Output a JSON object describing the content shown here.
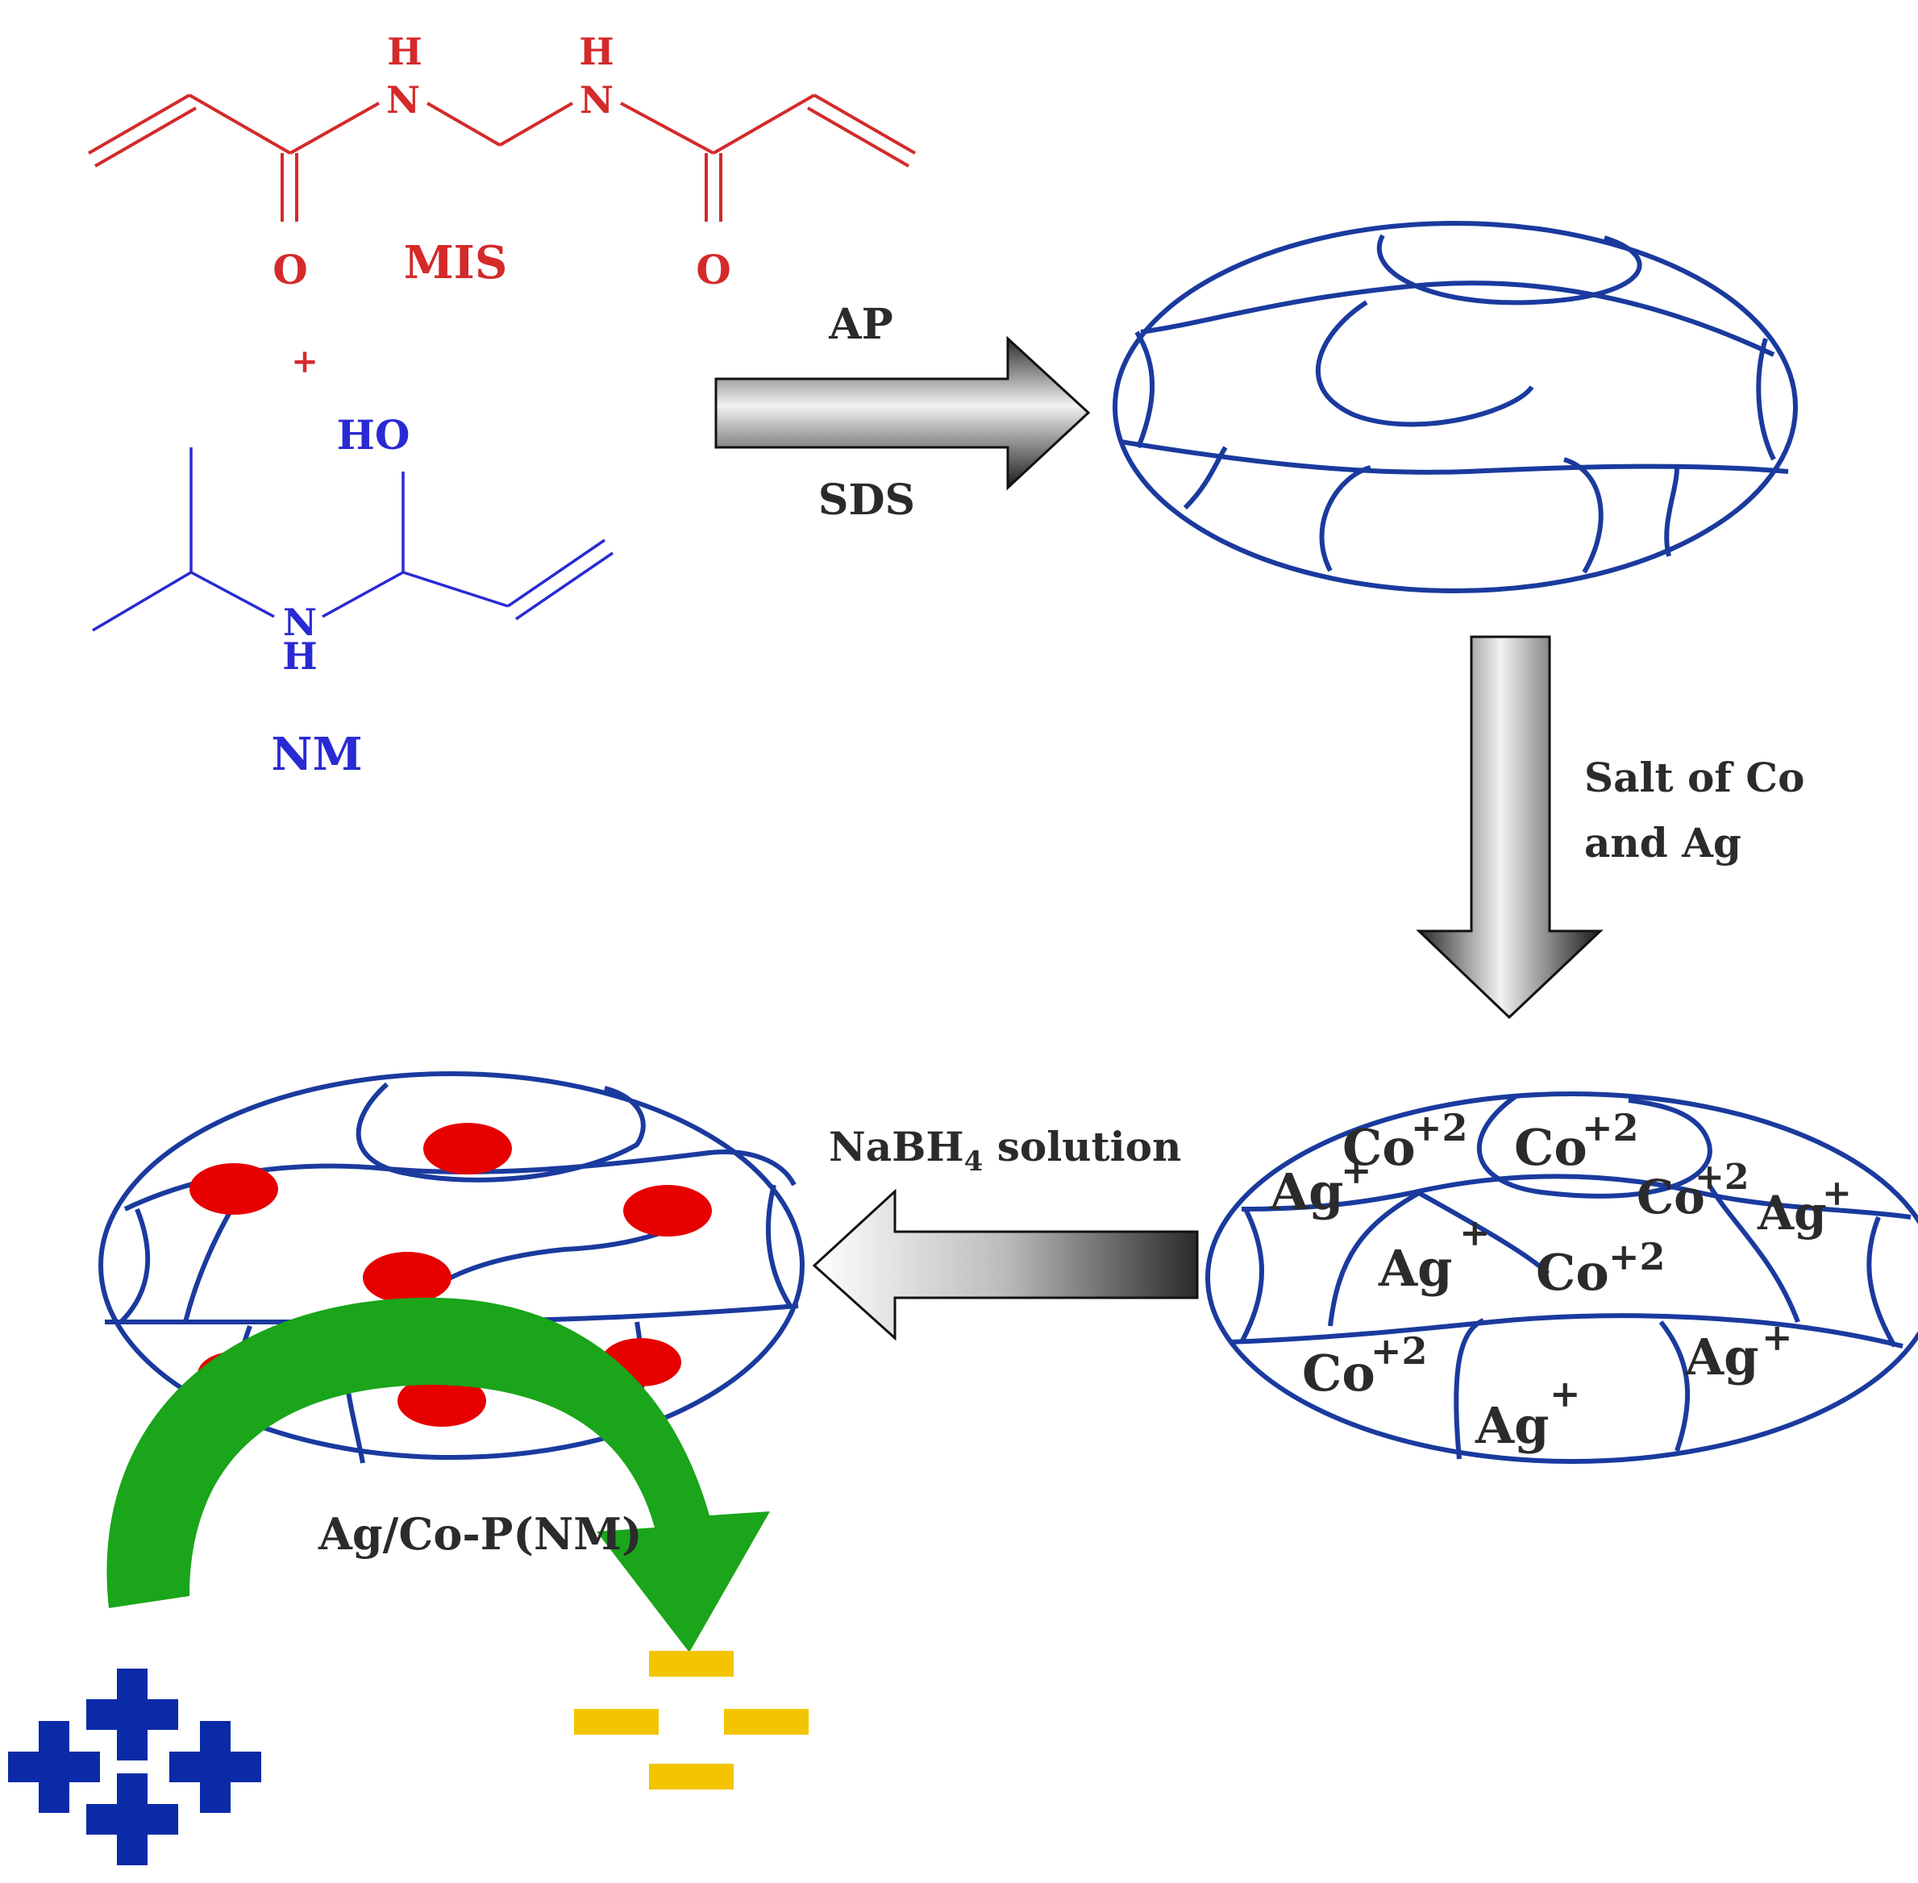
{
  "diagram": {
    "colors": {
      "crosslinker": "#d42a2a",
      "monomer": "#2a2ad4",
      "network": "#1a3a9e",
      "nanoparticle": "#e60000",
      "green_arrow": "#1aa51a",
      "cation": "#0a2aa8",
      "anion": "#f2c500",
      "process_arrow": "#555555"
    },
    "crosslinker": {
      "name": "MIS",
      "atoms": {
        "n_left": "N",
        "n_right": "N",
        "h_left": "H",
        "h_right": "H",
        "o_left": "O",
        "o_right": "O"
      }
    },
    "plus": "+",
    "monomer": {
      "name": "NM",
      "atoms": {
        "ho": "HO",
        "n": "N",
        "h": "H"
      }
    },
    "step1": {
      "top": "AP",
      "bottom": "SDS"
    },
    "step2": {
      "line1": "Salt of Co",
      "line2": "and Ag"
    },
    "step3": {
      "main": "NaBH",
      "sub": "4",
      "rest": " solution"
    },
    "ions": {
      "co": "Co",
      "co_charge": "+2",
      "ag": "Ag",
      "ag_charge": "+"
    },
    "product": {
      "label": "Ag/Co-P(NM)"
    },
    "icons": [
      "polymer-network-icon",
      "nanoparticle-icon",
      "cation-plus-icon",
      "anion-minus-icon",
      "curved-arrow-icon"
    ]
  }
}
